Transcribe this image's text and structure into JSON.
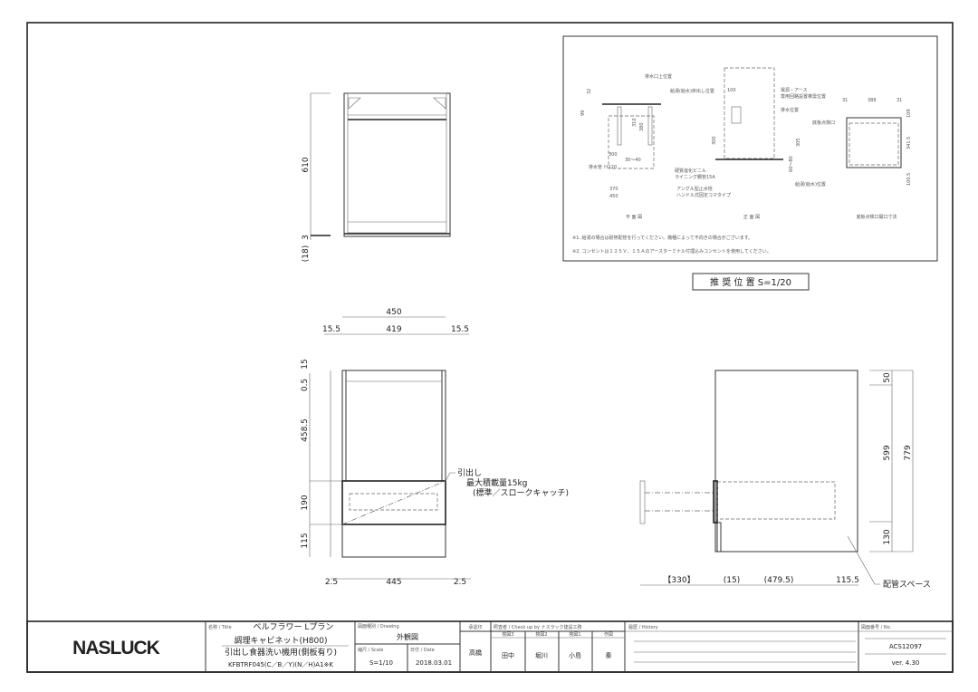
{
  "title_block": {
    "logo": "NASLUCK",
    "title_label": "名称 / Title",
    "title_line1": "ベルフラワー Lプラン",
    "title_line2": "調理キャビネット(H800)",
    "title_line3": "引出し食器洗い機用(側板有り)",
    "model_code": "KFBTRF045(C／B／Y)(N／H)A1※K",
    "drawing_label": "図面種別 / Drawing",
    "drawing_type": "外観図",
    "scale_label": "縮尺 / Scale",
    "scale": "S=1/10",
    "date_label": "日付 / Date",
    "date": "2018.03.01",
    "approval_label": "承認印",
    "approver": "高橋",
    "check_label": "照査者 / Check up by ナスラック建設工務",
    "checkers": [
      {
        "role": "検図3",
        "name": "田中"
      },
      {
        "role": "検図2",
        "name": "堀川"
      },
      {
        "role": "検図1",
        "name": "小島"
      },
      {
        "role": "作図",
        "name": "秦"
      }
    ],
    "history_label": "履歴 / History",
    "number_label": "図面番号 / No.",
    "number": "ACS12097",
    "version": "ver. 4.30"
  },
  "views": {
    "top": {
      "dims": [
        "610",
        "3",
        "(18)"
      ]
    },
    "front": {
      "dims_top": [
        "450",
        "15.5",
        "419",
        "15.5"
      ],
      "dims_left": [
        "15",
        "0.5",
        "458.5",
        "190",
        "115"
      ],
      "dims_bottom": [
        "2.5",
        "445",
        "2.5"
      ],
      "drawer_note": [
        "引出し",
        "最大積載量15kg",
        "(標準／スロークキャッチ)"
      ]
    },
    "side": {
      "dims_right": [
        "50",
        "599",
        "779",
        "130"
      ],
      "dims_bottom": [
        "【330】",
        "(15)",
        "(479.5)",
        "115.5"
      ],
      "pipe_space": "配管スペース"
    }
  },
  "inset": {
    "caption": "推 奨 位 置 S=1/20",
    "plan_title": "平 面 図",
    "elev_title": "正 面 図",
    "bottom_title": "底板点検口開口寸法",
    "labels": {
      "drain_top": "排水口上位置",
      "supply_floor": "給湯(給水)床出し位置",
      "drain_pipe": "排水管 Ｈ120",
      "vinyl": "硬質塩化ビニル",
      "lining": "ライニング鋼管15A",
      "angle": "アングル型止水栓",
      "handle": "ハンドル式固定コマタイプ",
      "power": "電源・アース",
      "power2": "専用回路設置推奨位置",
      "drain_pos": "排水位置",
      "supply_pos": "給湯(給水)位置",
      "inspect": "底板点検口"
    },
    "dims": [
      "32",
      "99",
      "310",
      "380",
      "300",
      "30～40",
      "370",
      "450",
      "100",
      "300",
      "305",
      "60～80",
      "31",
      "388",
      "31",
      "109",
      "341.5",
      "100.5"
    ],
    "note1": "※1. 給湯の場合は耐熱配管を行ってください。機種によって不向きの場合がございます。",
    "note2": "※2. コンセントは１２５Ｖ、１５Ａのアースターミナル付埋込みコンセントを使用してください。"
  }
}
